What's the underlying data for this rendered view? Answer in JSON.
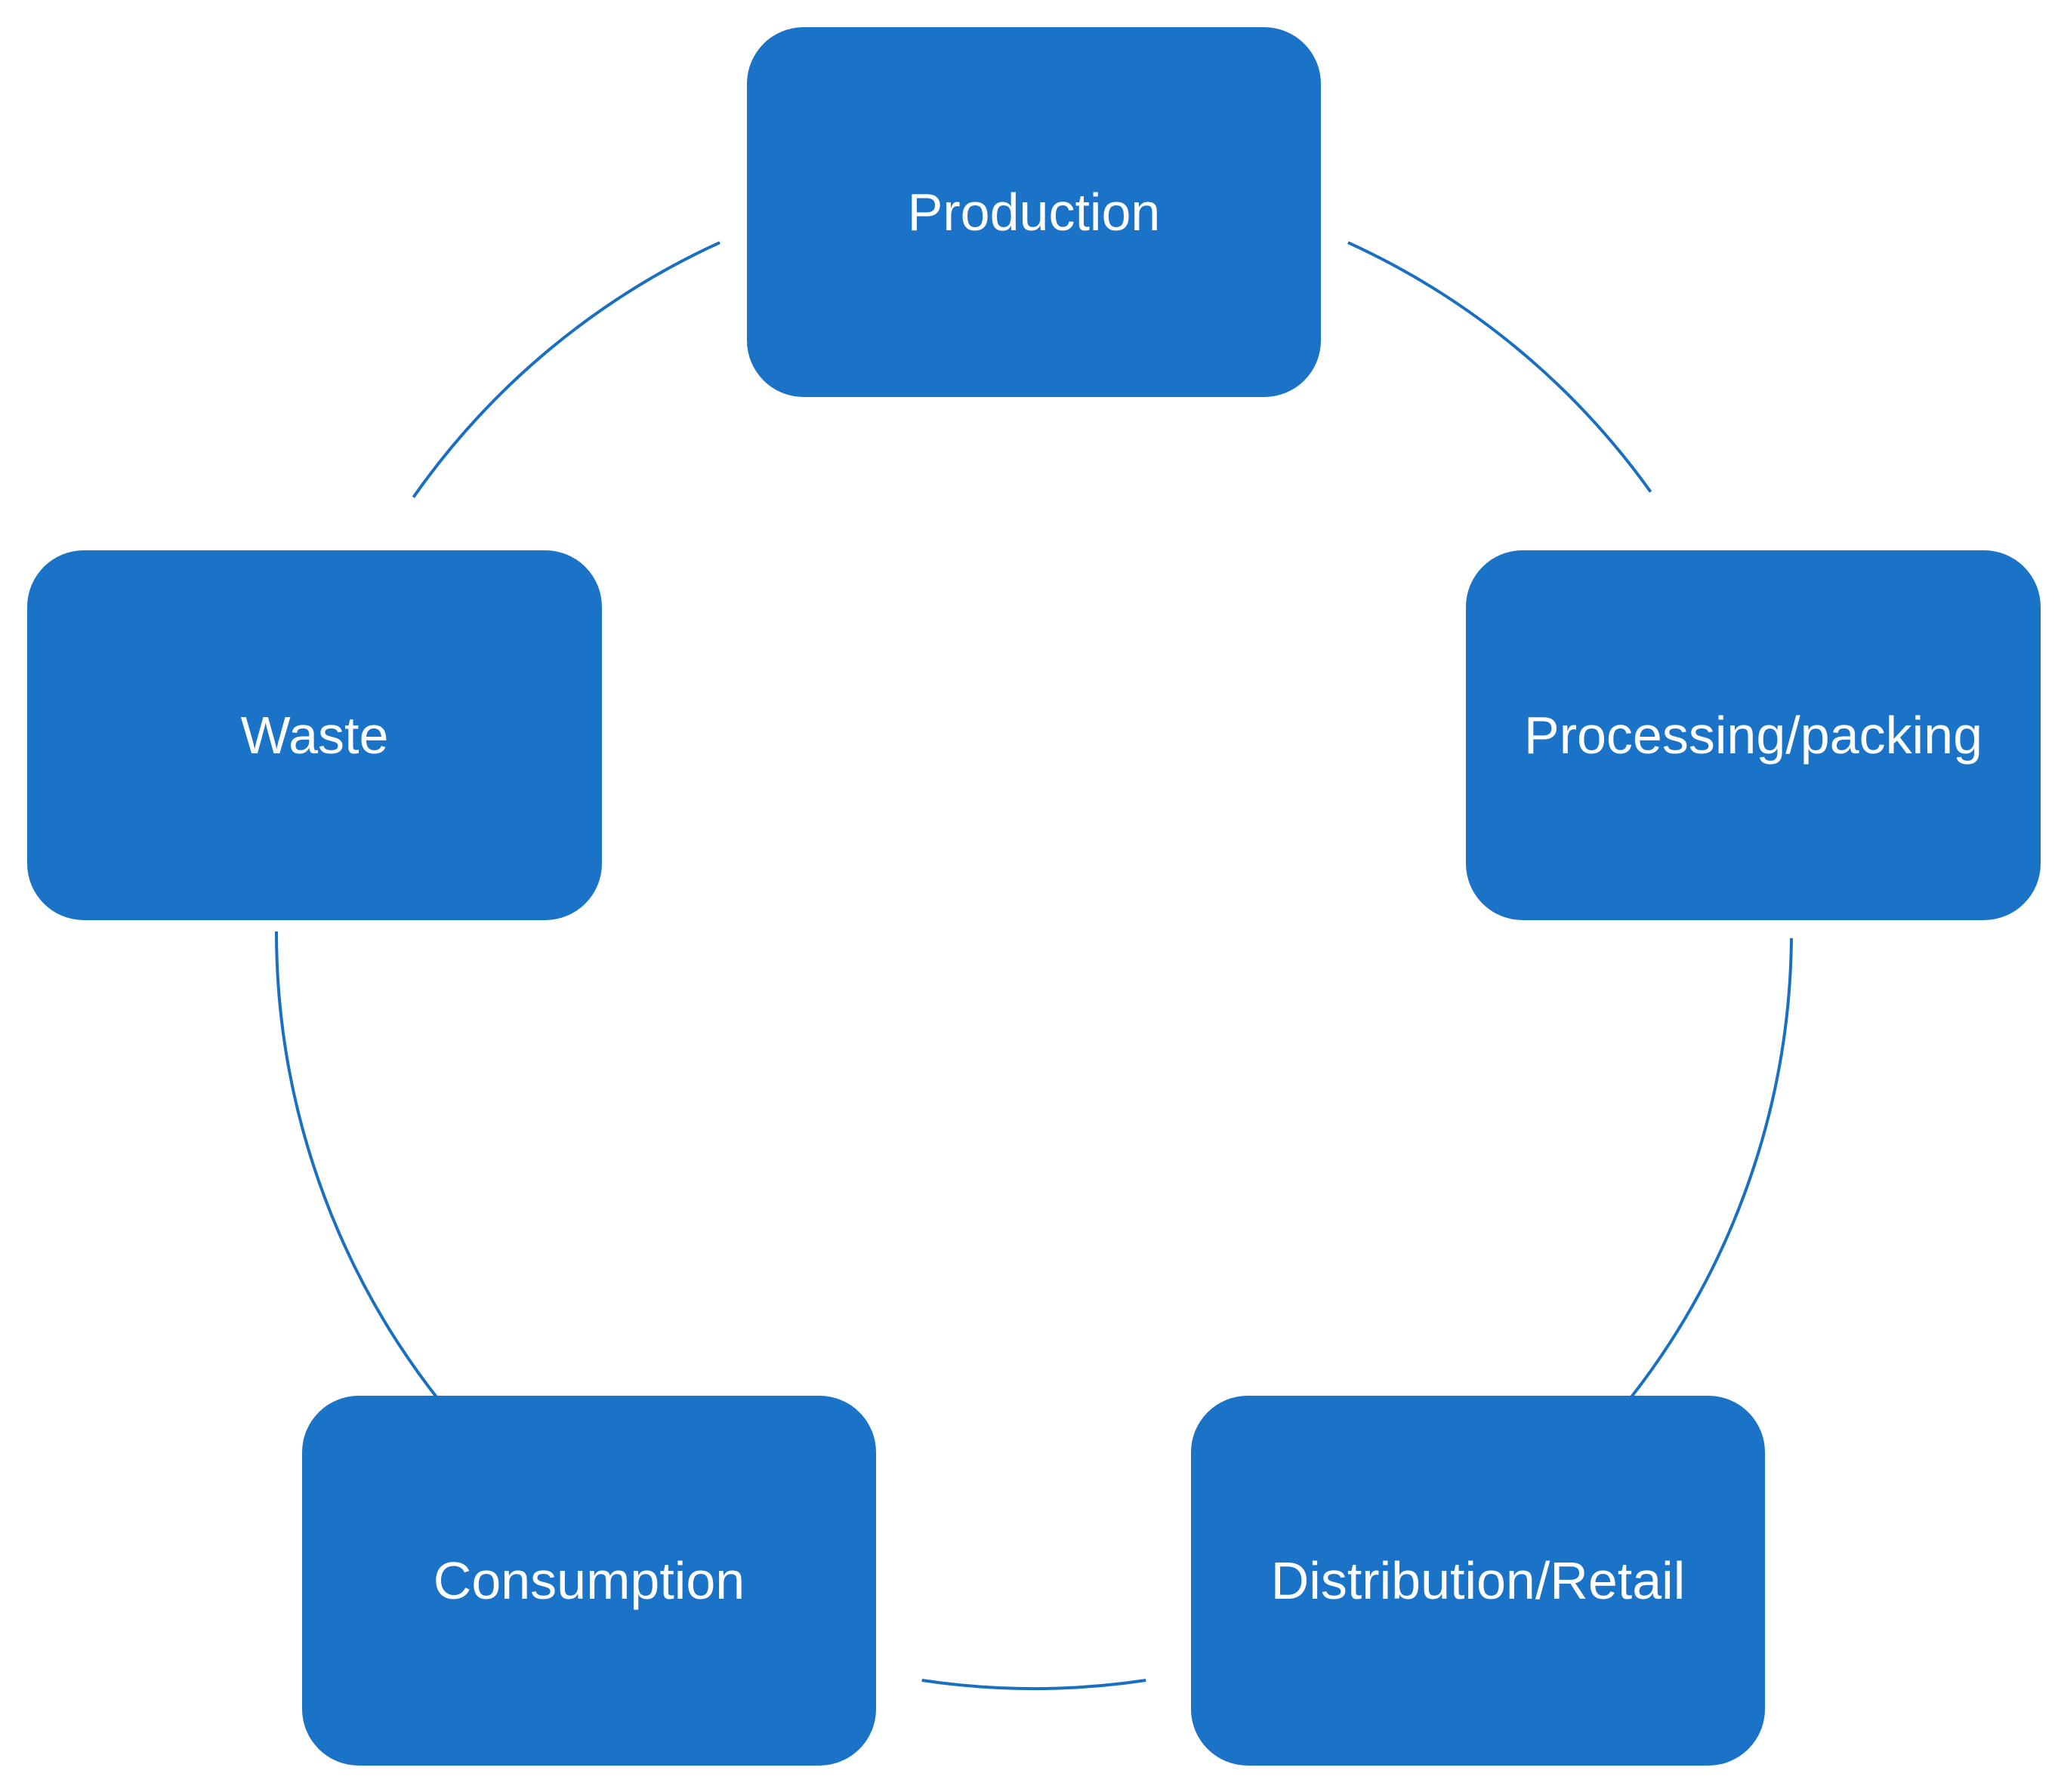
{
  "diagram": {
    "colors": {
      "node_fill": "#1a73c6",
      "connector": "#1a6fc0",
      "text": "#ffffff"
    },
    "nodes": [
      {
        "id": "production",
        "label": "Production"
      },
      {
        "id": "processing",
        "label": "Processing/packing"
      },
      {
        "id": "distribution",
        "label": "Distribution/Retail"
      },
      {
        "id": "consumption",
        "label": "Consumption"
      },
      {
        "id": "waste",
        "label": "Waste"
      }
    ],
    "connections": [
      {
        "from": "production",
        "to": "processing"
      },
      {
        "from": "processing",
        "to": "distribution"
      },
      {
        "from": "distribution",
        "to": "consumption"
      },
      {
        "from": "consumption",
        "to": "waste"
      },
      {
        "from": "waste",
        "to": "production"
      }
    ]
  }
}
